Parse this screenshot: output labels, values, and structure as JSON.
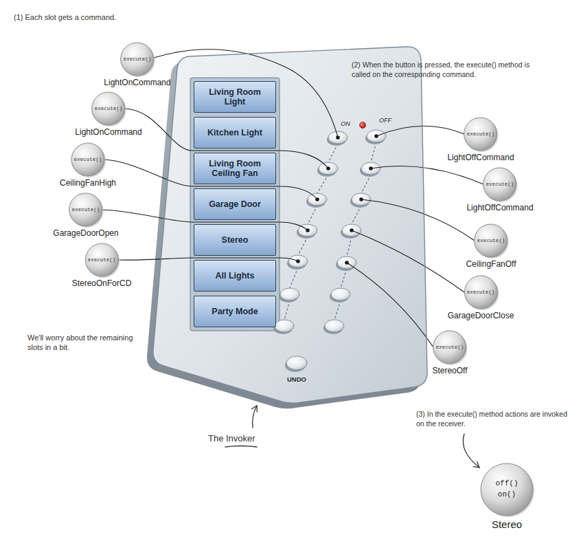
{
  "diagram": {
    "nodes": [
      {
        "text": [
          "execute()",
          "LightOnCommand"
        ]
      },
      {
        "text": [
          "execute()",
          "LightOnCommand"
        ]
      },
      {
        "text": [
          "execute()",
          "CeilingFanHigh"
        ]
      },
      {
        "text": [
          "execute()",
          "GarageDoorOpen"
        ]
      },
      {
        "text": [
          "execute()",
          "StereoOnForCD"
        ]
      },
      {
        "text": [
          "ON",
          "OFF",
          "UNDO"
        ]
      },
      {
        "text": [
          "Living Room Light"
        ],
        "in": 5
      },
      {
        "text": [
          "Kitchen Light"
        ],
        "in": 5
      },
      {
        "text": [
          "Living Room Ceiling Fan"
        ],
        "in": 5
      },
      {
        "text": [
          "Garage Door"
        ],
        "in": 5
      },
      {
        "text": [
          "Stereo"
        ],
        "in": 5
      },
      {
        "text": [
          "All Lights"
        ],
        "in": 5
      },
      {
        "text": [
          "Party Mode"
        ],
        "in": 5
      },
      {
        "text": [
          "execute()",
          "LightOffCommand"
        ]
      },
      {
        "text": [
          "execute()",
          "LightOffCommand"
        ]
      },
      {
        "text": [
          "execute()",
          "CeilingFanOff"
        ]
      },
      {
        "text": [
          "execute()",
          "GarageDoorClose"
        ]
      },
      {
        "text": [
          "execute()",
          "StereoOff"
        ]
      },
      {
        "text": [
          "off()",
          "on()",
          "Stereo"
        ]
      }
    ],
    "labels": [
      "(1) Each slot gets a command.",
      "(2) When the button is pressed, the execute() method is called on the corresponding command.",
      "(3) In the execute() method actions are invoked on the receiver.",
      "We'll worry about the remaining slots in a bit.",
      "The Invoker"
    ]
  }
}
